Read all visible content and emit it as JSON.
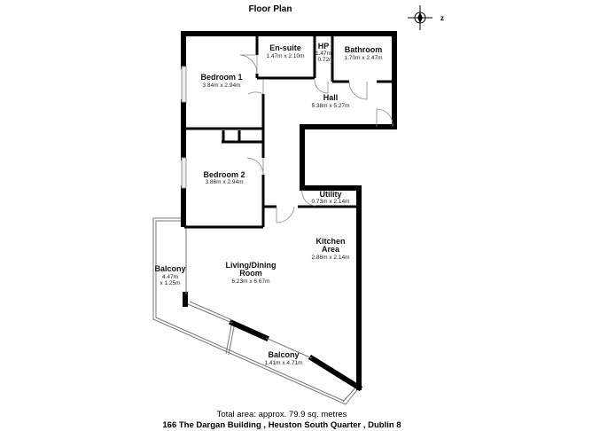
{
  "title": "Floor Plan",
  "compass": {
    "icon": "compass-icon",
    "label": "z"
  },
  "rooms": [
    {
      "name": "Bedroom 1",
      "dims": "3.84m x 2.94m"
    },
    {
      "name": "En-suite",
      "dims": "1.47m x 2.10m"
    },
    {
      "name": "HP",
      "dims_line1": "1.47m",
      "dims_line2": "x 0.72m"
    },
    {
      "name": "Bathroom",
      "dims": "1.70m x 2.47m"
    },
    {
      "name": "Hall",
      "dims": "5.38m x 5.27m"
    },
    {
      "name": "Bedroom 2",
      "dims": "3.86m x 2.94m"
    },
    {
      "name": "Utility",
      "dims": "0.73m x 2.14m"
    },
    {
      "name_line1": "Kitchen",
      "name_line2": "Area",
      "dims": "2.88m x 2.14m"
    },
    {
      "name_line1": "Living/Dining",
      "name_line2": "Room",
      "dims": "6.23m x 6.67m"
    },
    {
      "name": "Balcony",
      "dims_line1": "4.47m",
      "dims_line2": "x 1.25m"
    },
    {
      "name": "Balcony",
      "dims": "1.41m x 4.71m"
    }
  ],
  "footer": {
    "total_area": "Total area: approx. 79.9 sq. metres",
    "address": "166 The Dargan Building , Heuston South Quarter , Dublin 8"
  }
}
